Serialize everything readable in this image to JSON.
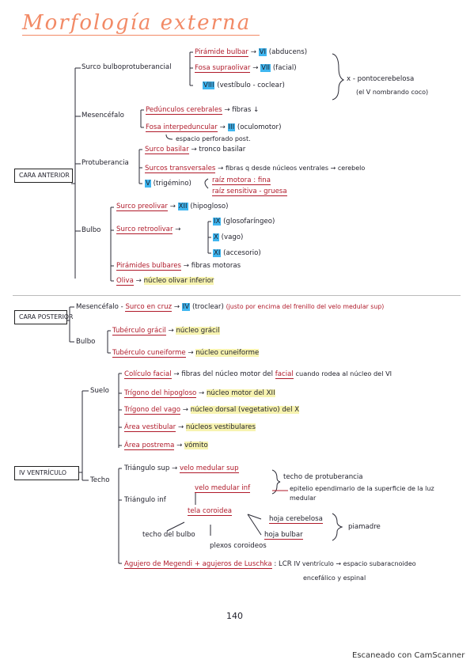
{
  "title": "Morfología externa",
  "page_number": "140",
  "footer": "Escaneado con CamScanner",
  "sections": {
    "anterior": {
      "label": "CARA ANTERIOR",
      "surco": {
        "label": "Surco bulboprotuberancial",
        "i1a": "Pirámide bulbar",
        "i1b": "VI",
        "i1c": "(abducens)",
        "i2a": "Fosa supraolivar",
        "i2b": "VII",
        "i2c": "(facial)",
        "i3a": "VIII",
        "i3b": "(vestíbulo - coclear)",
        "note1": "x - pontocerebelosa",
        "note2": "(el V nombrando coco)"
      },
      "mesencefalo": {
        "label": "Mesencéfalo",
        "i1a": "Pedúnculos cerebrales",
        "i1b": "fibras",
        "i2a": "Fosa interpeduncular",
        "i2b": "III",
        "i2c": "(oculomotor)",
        "i3": "espacio perforado post."
      },
      "protuberancia": {
        "label": "Protuberancia",
        "i1a": "Surco basilar",
        "i1b": "tronco basilar",
        "i2a": "Surcos transversales",
        "i2b": "fibras q desde núcleos ventrales → cerebelo",
        "i3a": "V",
        "i3b": "(trigémino)",
        "r1": "raíz motora : fina",
        "r2": "raíz sensitiva - gruesa"
      },
      "bulbo": {
        "label": "Bulbo",
        "i1a": "Surco preolivar",
        "i1b": "XII",
        "i1c": "(hipogloso)",
        "i2a": "Surco retroolivar",
        "n1a": "IX",
        "n1b": "(glosofaríngeo)",
        "n2a": "X",
        "n2b": "(vago)",
        "n3a": "XI",
        "n3b": "(accesorio)",
        "i3a": "Pirámides bulbares",
        "i3b": "fibras motoras",
        "i4a": "Oliva",
        "i4b": "núcleo olivar inferior"
      }
    },
    "posterior": {
      "label": "CARA POSTERIOR",
      "mesencefalo": {
        "label": "Mesencéfalo",
        "a": "Surco en cruz",
        "b": "IV",
        "c": "(troclear)",
        "d": "(justo por encima del frenillo del velo medular sup)"
      },
      "bulbo": {
        "label": "Bulbo",
        "i1a": "Tubérculo grácil",
        "i1b": "núcleo grácil",
        "i2a": "Tubérculo cuneiforme",
        "i2b": "núcleo cuneiforme"
      }
    },
    "ventriculo": {
      "label": "IV VENTRÍCULO",
      "suelo": {
        "label": "Suelo",
        "i1a": "Colículo facial",
        "i1b": "fibras del núcleo motor del",
        "i1c": "facial",
        "i1d": "cuando rodea al núcleo del VI",
        "i2a": "Trígono del hipogloso",
        "i2b": "núcleo motor del XII",
        "i3a": "Trígono del vago",
        "i3b": "núcleo dorsal (vegetativo) del X",
        "i4a": "Área vestibular",
        "i4b": "núcleos vestibulares",
        "i5a": "Área postrema",
        "i5b": "vómito"
      },
      "techo": {
        "label": "Techo",
        "t1a": "Triángulo sup",
        "t1b": "velo medular sup",
        "t1c": "techo de protuberancia",
        "t2": "velo medular inf",
        "t2c": "epitelio ependimario de la superficie de la luz medular",
        "t3": "Triángulo inf",
        "t4": "tela coroidea",
        "t5": "hoja cerebelosa",
        "t6": "hoja bulbar",
        "t7": "piamadre",
        "t8": "techo del bulbo",
        "t9": "plexos coroideos",
        "t10a": "Agujero de Megendi + agujeros de Luschka",
        "t10b": ": LCR",
        "t10c": "IV ventrículo → espacio subaracnoideo",
        "t10d": "encefálico y espinal"
      }
    }
  }
}
